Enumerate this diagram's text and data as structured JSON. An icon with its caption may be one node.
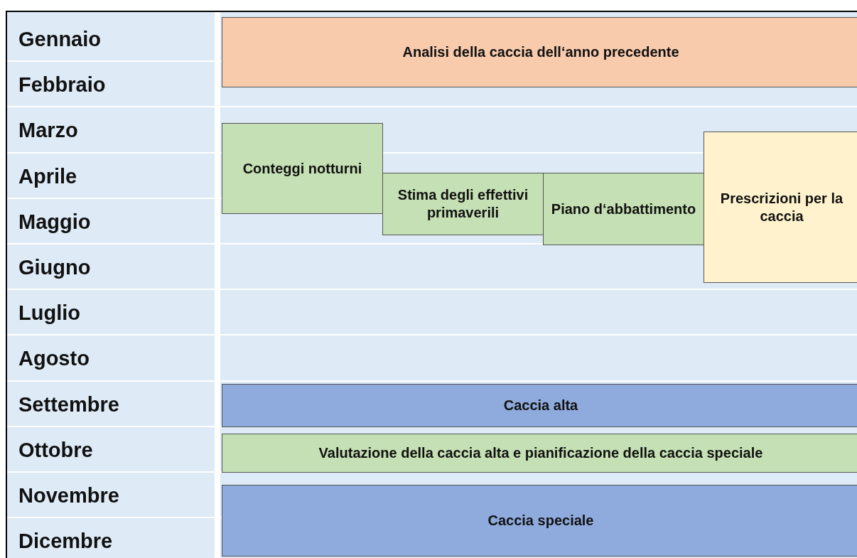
{
  "diagram": {
    "nodes": [
      {
        "text": [
          "Analisi della caccia dell‘anno precedente"
        ]
      },
      {
        "text": [
          "Conteggi notturni"
        ]
      },
      {
        "text": [
          "Stima degli effettivi primaverili"
        ]
      },
      {
        "text": [
          "Piano d‘abbattimento"
        ]
      },
      {
        "text": [
          "Prescrizioni per la caccia"
        ]
      },
      {
        "text": [
          "Caccia alta"
        ]
      },
      {
        "text": [
          "Valutazione della caccia alta e pianificazione della caccia speciale"
        ]
      },
      {
        "text": [
          "Caccia speciale"
        ]
      }
    ],
    "labels": [
      "Gennaio",
      "Febbraio",
      "Marzo",
      "Aprile",
      "Maggio",
      "Giugno",
      "Luglio",
      "Agosto",
      "Settembre",
      "Ottobre",
      "Novembre",
      "Dicembre"
    ]
  }
}
